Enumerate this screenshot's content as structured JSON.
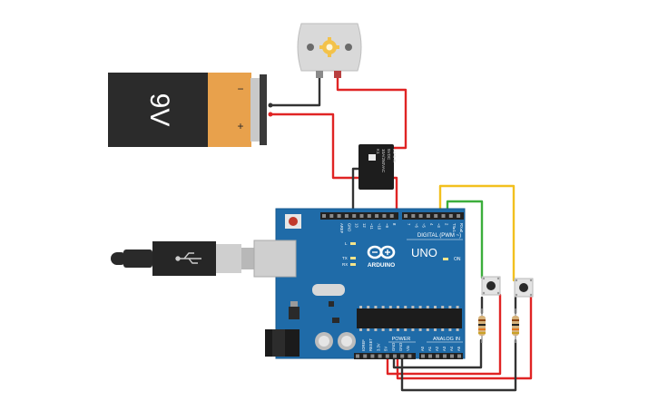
{
  "battery": {
    "label": "9V",
    "minus": "−",
    "plus": "+"
  },
  "relay": {
    "lines": [
      "LU-5-R",
      "5VDC",
      "10A/250VAC",
      "K1"
    ]
  },
  "arduino": {
    "brand": "ARDUINO",
    "model": "UNO",
    "digital_label": "DIGITAL (PWM ~)",
    "power_label": "POWER",
    "analog_label": "ANALOG IN",
    "on_label": "ON",
    "tx": "TX",
    "rx": "RX",
    "l": "L",
    "top_pins": [
      "AREF",
      "GND",
      "13",
      "12",
      "~11",
      "~10",
      "~9",
      "8",
      "7",
      "~6",
      "~5",
      "4",
      "~3",
      "2",
      "TX▸1",
      "RX◂0"
    ],
    "power_pins": [
      "IOREF",
      "RESET",
      "3.3V",
      "5V",
      "GND",
      "GND",
      "Vin"
    ],
    "analog_pins": [
      "A0",
      "A1",
      "A2",
      "A3",
      "A4",
      "A5"
    ]
  },
  "colors": {
    "board": "#1f6ba8",
    "board_edge": "#175a8f",
    "wire_red": "#e02424",
    "wire_black": "#333333",
    "wire_green": "#3cae3c",
    "wire_yellow": "#f2c01e",
    "battery_orange": "#e8a14c",
    "battery_black": "#2b2b2b"
  }
}
